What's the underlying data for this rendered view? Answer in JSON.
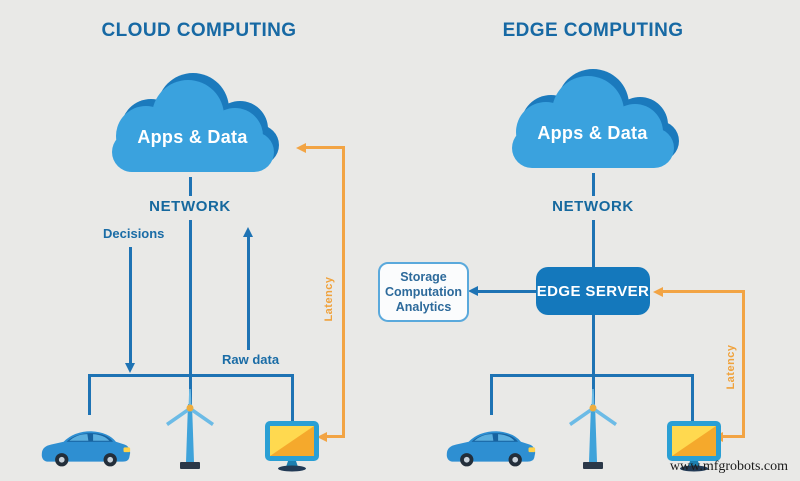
{
  "watermark": "www.mfgrobots.com",
  "colors": {
    "background": "#e9e9e7",
    "line_blue": "#1e73b4",
    "accent_orange": "#f2a444",
    "title_blue": "#1769a4",
    "cloud_blue": "#3aa2de",
    "cloud_dark_blue": "#1b7abd",
    "edge_server_bg": "#1478bc",
    "screen_yellow": "#ffd94f",
    "screen_orange": "#f5a92c"
  },
  "left_panel": {
    "title": "CLOUD COMPUTING",
    "cloud_label": "Apps & Data",
    "network_label": "NETWORK",
    "decisions_label": "Decisions",
    "raw_data_label": "Raw data",
    "latency_label": "Latency",
    "devices": [
      "car",
      "wind-turbine",
      "monitor"
    ]
  },
  "right_panel": {
    "title": "EDGE COMPUTING",
    "cloud_label": "Apps & Data",
    "network_label": "NETWORK",
    "edge_server_label": "EDGE SERVER",
    "storage_box_lines": [
      "Storage",
      "Computation",
      "Analytics"
    ],
    "latency_label": "Latency",
    "devices": [
      "car",
      "wind-turbine",
      "monitor"
    ]
  }
}
